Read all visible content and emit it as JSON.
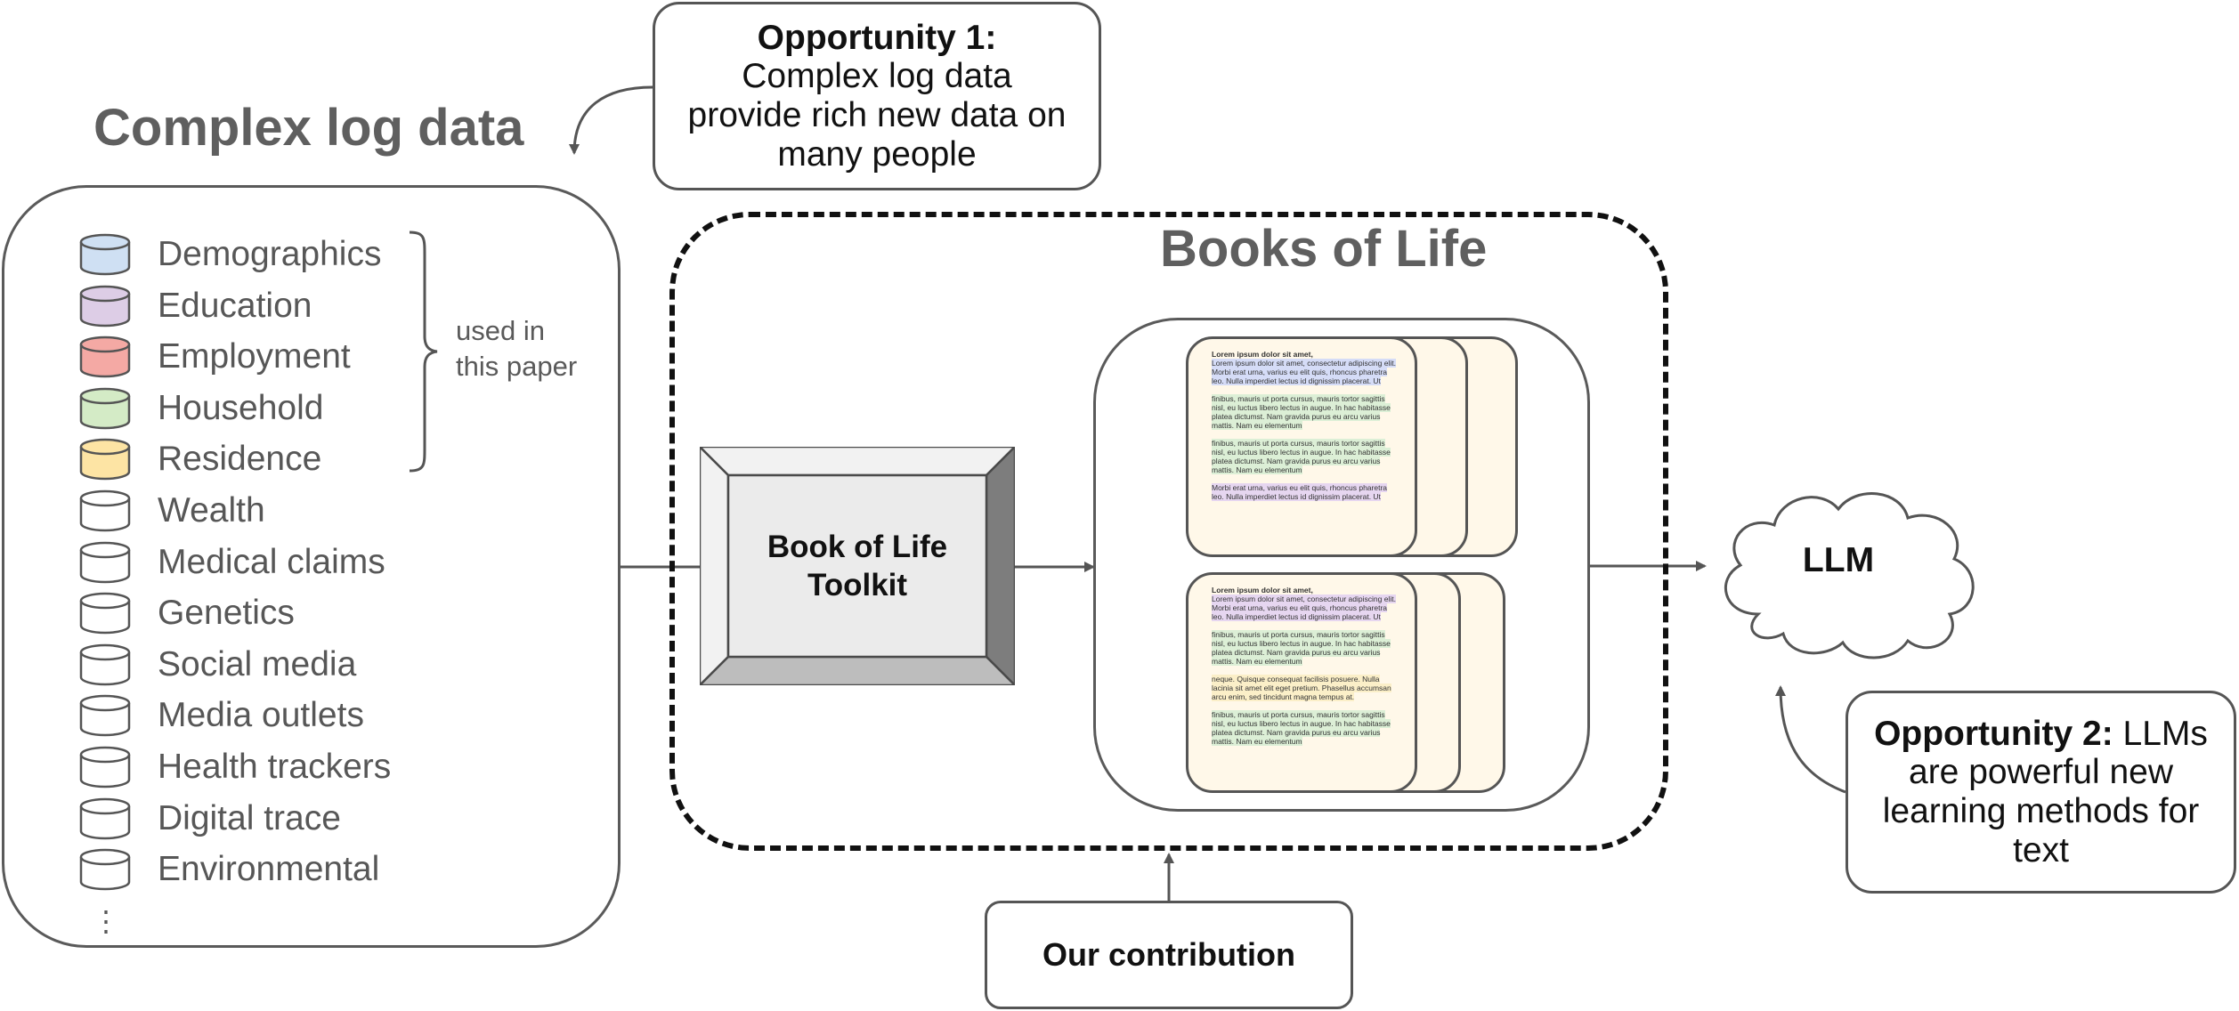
{
  "left_panel": {
    "title": "Complex log data",
    "bracket_note": "used in\nthis paper",
    "ellipsis": "⋮",
    "data_sources": [
      {
        "label": "Demographics",
        "color": "#cfe0f3",
        "used": true
      },
      {
        "label": "Education",
        "color": "#ddcde6",
        "used": true
      },
      {
        "label": "Employment",
        "color": "#f4a9a4",
        "used": true
      },
      {
        "label": "Household",
        "color": "#d4ebc6",
        "used": true
      },
      {
        "label": "Residence",
        "color": "#fde4a4",
        "used": true
      },
      {
        "label": "Wealth",
        "color": "#ffffff",
        "used": false
      },
      {
        "label": "Medical claims",
        "color": "#ffffff",
        "used": false
      },
      {
        "label": "Genetics",
        "color": "#ffffff",
        "used": false
      },
      {
        "label": "Social media",
        "color": "#ffffff",
        "used": false
      },
      {
        "label": "Media outlets",
        "color": "#ffffff",
        "used": false
      },
      {
        "label": "Health trackers",
        "color": "#ffffff",
        "used": false
      },
      {
        "label": "Digital trace",
        "color": "#ffffff",
        "used": false
      },
      {
        "label": "Environmental",
        "color": "#ffffff",
        "used": false
      }
    ]
  },
  "opportunity1": {
    "lead": "Opportunity 1:",
    "text": " Complex log data provide rich new data on many people"
  },
  "books_of_life": {
    "title": "Books of Life",
    "toolkit_label": "Book of Life\nToolkit",
    "doc_heading": "Lorem ipsum dolor sit amet,",
    "doc_top": [
      {
        "text": "Lorem ipsum dolor sit amet, consectetur adipiscing elit. Morbi erat urna, varius eu elit quis, rhoncus pharetra leo. Nulla imperdiet lectus id dignissim placerat. Ut",
        "hl": "blue"
      },
      {
        "text": "finibus, mauris ut porta cursus, mauris tortor sagittis nisl, eu luctus libero lectus in augue. In hac habitasse platea dictumst. Nam gravida purus eu arcu varius mattis. Nam eu elementum",
        "hl": "green"
      },
      {
        "text": "finibus, mauris ut porta cursus, mauris tortor sagittis nisl, eu luctus libero lectus in augue. In hac habitasse platea dictumst. Nam gravida purus eu arcu varius mattis. Nam eu elementum",
        "hl": "green"
      },
      {
        "text": "Morbi erat urna, varius eu elit quis, rhoncus pharetra leo. Nulla imperdiet lectus id dignissim placerat. Ut",
        "hl": "purple"
      }
    ],
    "doc_bottom": [
      {
        "text": "Lorem ipsum dolor sit amet, consectetur adipiscing elit. Morbi erat urna, varius eu elit quis, rhoncus pharetra leo. Nulla imperdiet lectus id dignissim placerat. Ut",
        "hl": "purple"
      },
      {
        "text": "finibus, mauris ut porta cursus, mauris tortor sagittis nisl, eu luctus libero lectus in augue. In hac habitasse platea dictumst. Nam gravida purus eu arcu varius mattis. Nam eu elementum",
        "hl": "green"
      },
      {
        "text": "neque. Quisque consequat facilisis posuere. Nulla lacinia sit amet elit eget pretium. Phasellus accumsan arcu enim, sed tincidunt magna tempus at.",
        "hl": "yellow"
      },
      {
        "text": "finibus, mauris ut porta cursus, mauris tortor sagittis nisl, eu luctus libero lectus in augue. In hac habitasse platea dictumst. Nam gravida purus eu arcu varius mattis. Nam eu elementum",
        "hl": "green"
      }
    ]
  },
  "llm": {
    "label": "LLM"
  },
  "opportunity2": {
    "lead": "Opportunity 2:",
    "text": " LLMs are powerful new learning methods for text"
  },
  "contribution": {
    "label": "Our contribution"
  }
}
